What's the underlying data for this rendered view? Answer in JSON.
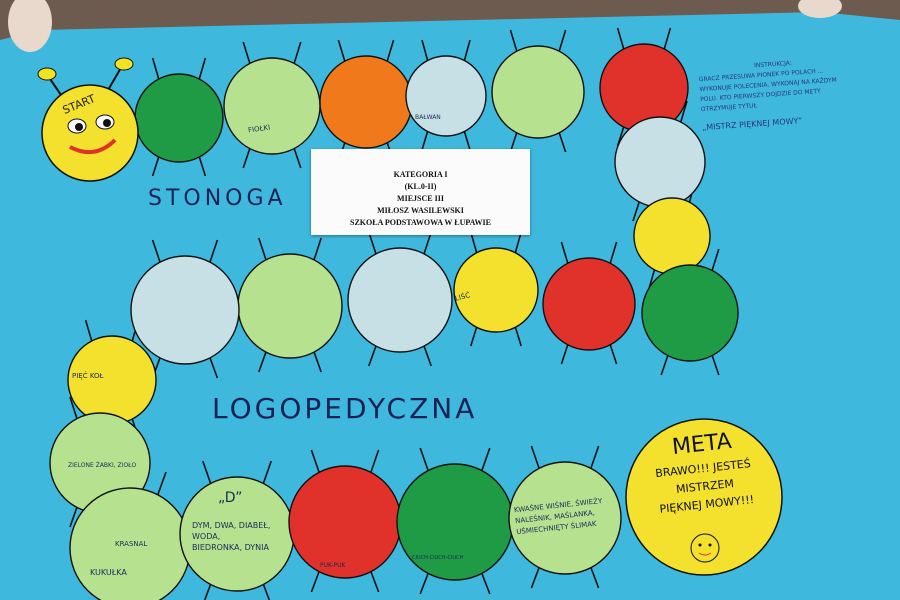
{
  "poster": {
    "caption": {
      "lines": [
        "KATEGORIA I",
        "(KL.0-II)",
        "MIEJSCE III",
        "MIŁOSZ WASILEWSKI",
        "SZKOŁA PODSTAWOWA W ŁUPAWIE"
      ]
    },
    "title_word_1": "STONOGA",
    "title_word_2": "LOGOPEDYCZNA",
    "start_label": "START",
    "meta_title": "META",
    "meta_text": [
      "BRAWO!!! JESTEŚ",
      "MISTRZEM",
      "PIĘKNEJ MOWY!!!"
    ],
    "instructions": {
      "title": "INSTRUKCJA:",
      "body": "GRACZ PRZESUWA PIONEK PO POLACH ... WYKONUJE POLECENIA. WYKONAJ NA KAŻDYM POLU. KTO PIERWSZY DOJDZIE DO METY OTRZYMUJE TYTUŁ",
      "award": "„MISTRZ PIĘKNEJ MOWY”"
    },
    "circle_texts": {
      "violet": "FIOŁKI",
      "balwan": "BAŁWAN",
      "zielone": "ZIELONE ŻABKI, ZIOŁO",
      "kukulka": "KUKUŁKA",
      "krasnal": "KRASNAL",
      "dynia": "DYM, DWA, DIABEŁ, WODA, BIEDRONKA, DYNIA",
      "d_letter": "„D”",
      "cisza": "CIUCH-CIUCH-CIUCH",
      "wisnie": "KWAŚNE WIŚNIE, ŚWIEŻY NALEŚNIK, MAŚLANKA, UŚMIECHNIĘTY ŚLIMAK",
      "pukpuk": "PUK-PUK",
      "lis": "LIŚĆ",
      "piec": "PIĘĆ KOŁ"
    }
  }
}
